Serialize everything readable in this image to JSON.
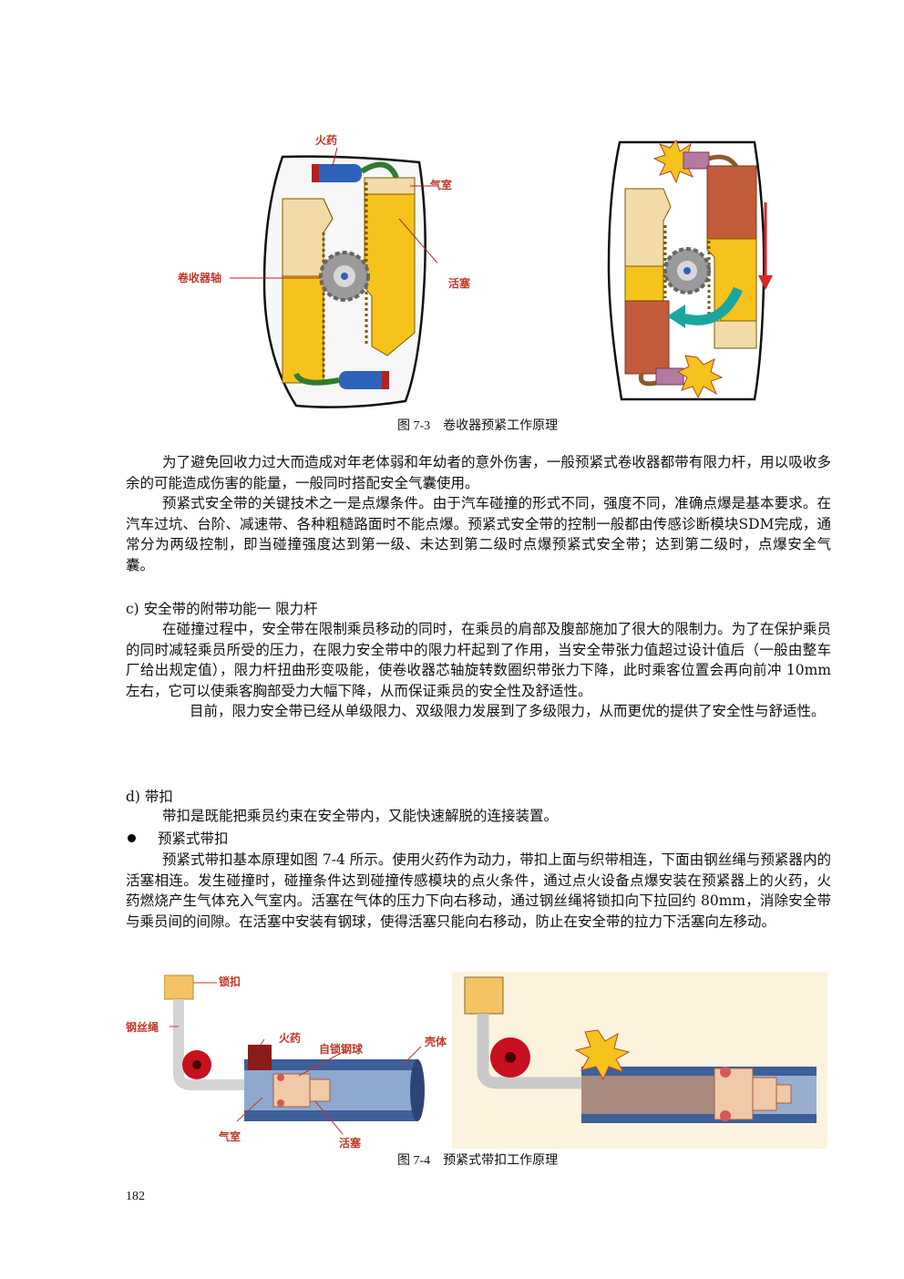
{
  "figure_7_3": {
    "caption": "图 7-3    卷收器预紧工作原理",
    "labels": {
      "propellant": "火药",
      "gas_chamber": "气室",
      "retractor_shaft": "卷收器轴",
      "piston": "活塞"
    }
  },
  "paragraphs_top": [
    "为了避免回收力过大而造成对年老体弱和年幼者的意外伤害，一般预紧式卷收器都带有限力杆，用以吸收多余的可能造成伤害的能量，一般同时搭配安全气囊使用。",
    "预紧式安全带的关键技术之一是点爆条件。由于汽车碰撞的形式不同，强度不同，准确点爆是基本要求。在汽车过坑、台阶、减速带、各种粗糙路面时不能点爆。预紧式安全带的控制一般都由传感诊断模块SDM完成，通常分为两级控制，即当碰撞强度达到第一级、未达到第二级时点爆预紧式安全带；达到第二级时，点爆安全气囊。"
  ],
  "section_c": {
    "heading": "c) 安全带的附带功能一 限力杆",
    "paragraphs": [
      "在碰撞过程中，安全带在限制乘员移动的同时，在乘员的肩部及腹部施加了很大的限制力。为了在保护乘员的同时减轻乘员所受的压力，在限力安全带中的限力杆起到了作用，当安全带张力值超过设计值后（一般由整车厂给出规定值），限力杆扭曲形变吸能，使卷收器芯轴旋转数圈织带张力下降，此时乘客位置会再向前冲 10mm 左右，它可以使乘客胸部受力大幅下降，从而保证乘员的安全性及舒适性。",
      "目前，限力安全带已经从单级限力、双级限力发展到了多级限力，从而更优的提供了安全性与舒适性。"
    ]
  },
  "section_d": {
    "heading": "d) 带扣",
    "intro": "带扣是既能把乘员约束在安全带内，又能快速解脱的连接装置。",
    "bullet": "预紧式带扣",
    "paragraph": "预紧式带扣基本原理如图 7-4 所示。使用火药作为动力，带扣上面与织带相连，下面由钢丝绳与预紧器内的活塞相连。发生碰撞时，碰撞条件达到碰撞传感模块的点火条件，通过点火设备点爆安装在预紧器上的火药，火药燃烧产生气体充入气室内。活塞在气体的压力下向右移动，通过钢丝绳将锁扣向下拉回约 80mm，消除安全带与乘员间的间隙。在活塞中安装有钢球，使得活塞只能向右移动，防止在安全带的拉力下活塞向左移动。"
  },
  "figure_7_4": {
    "caption": "图 7-4    预紧式带扣工作原理",
    "labels": {
      "buckle": "锁扣",
      "wire_rope": "钢丝绳",
      "propellant": "火药",
      "lock_ball": "自锁钢球",
      "housing": "壳体",
      "gas_chamber": "气室",
      "piston": "活塞"
    }
  },
  "page_number": "182",
  "colors": {
    "label_red": "#c0392b",
    "piston_yellow": "#f6c21c",
    "explosion_red": "#b7472a",
    "housing_blue": "#3d5f9a"
  }
}
